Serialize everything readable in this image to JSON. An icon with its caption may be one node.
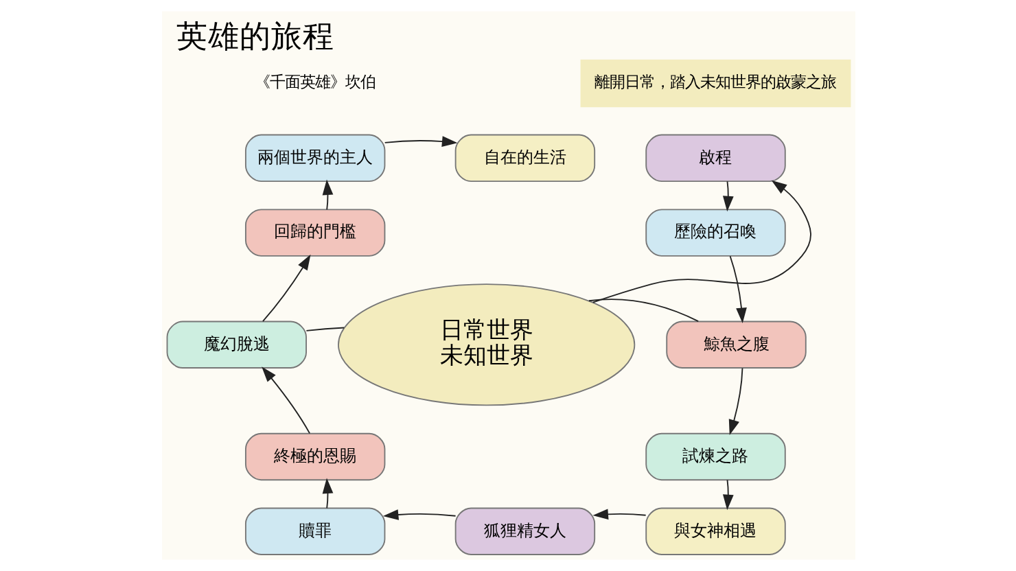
{
  "diagram": {
    "title": "英雄的旅程",
    "nodes": [
      {
        "text": [
          "日常世界",
          "未知世界"
        ]
      },
      {
        "text": [
          "啟程"
        ]
      },
      {
        "text": [
          "歷險的召喚"
        ]
      },
      {
        "text": [
          "鯨魚之腹"
        ]
      },
      {
        "text": [
          "試煉之路"
        ]
      },
      {
        "text": [
          "與女神相遇"
        ]
      },
      {
        "text": [
          "狐狸精女人"
        ]
      },
      {
        "text": [
          "贖罪"
        ]
      },
      {
        "text": [
          "終極的恩賜"
        ]
      },
      {
        "text": [
          "魔幻脫逃"
        ]
      },
      {
        "text": [
          "回歸的門檻"
        ]
      },
      {
        "text": [
          "兩個世界的主人"
        ]
      },
      {
        "text": [
          "自在的生活"
        ]
      }
    ],
    "edges": [
      {
        "from": 0,
        "to": 1,
        "arrow": "to"
      },
      {
        "from": 1,
        "to": 2,
        "arrow": "to"
      },
      {
        "from": 2,
        "to": 3,
        "arrow": "to"
      },
      {
        "from": 3,
        "to": 4,
        "arrow": "to"
      },
      {
        "from": 4,
        "to": 5,
        "arrow": "to"
      },
      {
        "from": 5,
        "to": 6,
        "arrow": "to"
      },
      {
        "from": 6,
        "to": 7,
        "arrow": "to"
      },
      {
        "from": 7,
        "to": 8,
        "arrow": "to"
      },
      {
        "from": 8,
        "to": 9,
        "arrow": "to"
      },
      {
        "from": 9,
        "to": 10,
        "arrow": "to"
      },
      {
        "from": 10,
        "to": 11,
        "arrow": "to"
      },
      {
        "from": 11,
        "to": 12,
        "arrow": "to"
      },
      {
        "from": 9,
        "to": 0,
        "arrow": "none"
      },
      {
        "from": 0,
        "to": 3,
        "arrow": "none"
      }
    ],
    "labels": [
      "《千面英雄》坎伯",
      "離開日常，踏入未知世界的啟蒙之旅"
    ]
  }
}
